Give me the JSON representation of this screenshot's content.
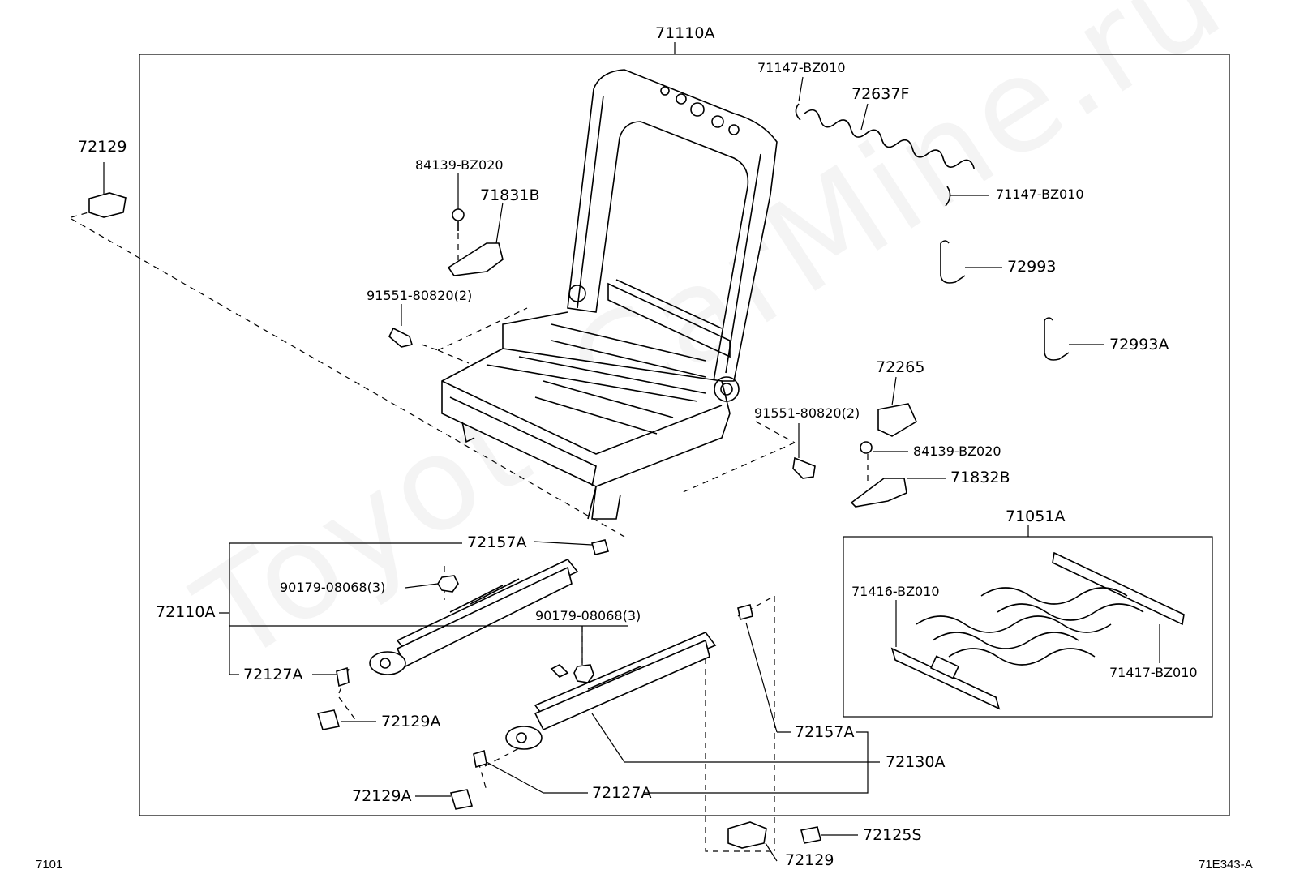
{
  "watermark": "ToyotaCarMine.ru",
  "footer": {
    "left_code": "7101",
    "right_code": "71E343-A"
  },
  "labels": {
    "p71110A": "71110A",
    "p72129_top": "72129",
    "p84139_top": "84139-BZ020",
    "p71831B": "71831B",
    "p91551_left": "91551-80820(2)",
    "p71147_top": "71147-BZ010",
    "p72637F": "72637F",
    "p71147_right": "71147-BZ010",
    "p72993": "72993",
    "p72993A": "72993A",
    "p72265": "72265",
    "p91551_right": "91551-80820(2)",
    "p84139_right": "84139-BZ020",
    "p71832B": "71832B",
    "p71051A": "71051A",
    "p71416": "71416-BZ010",
    "p71417": "71417-BZ010",
    "p72157A_top": "72157A",
    "p90179_left": "90179-08068(3)",
    "p72110A": "72110A",
    "p90179_right": "90179-08068(3)",
    "p72127A_left": "72127A",
    "p72129A_mid": "72129A",
    "p72157A_right": "72157A",
    "p72130A": "72130A",
    "p72129A_bottom": "72129A",
    "p72127A_bottom": "72127A",
    "p72125S": "72125S",
    "p72129_bottom": "72129"
  }
}
